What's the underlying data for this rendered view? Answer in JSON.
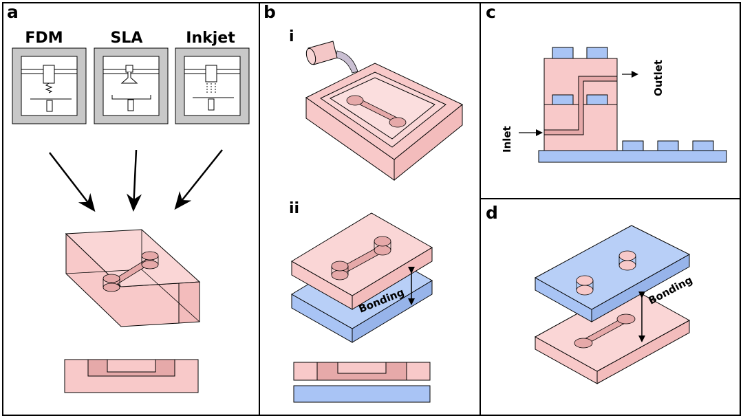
{
  "panels": {
    "a": {
      "label": "a",
      "printers": [
        {
          "name": "FDM",
          "icon": "fdm-printer-icon"
        },
        {
          "name": "SLA",
          "icon": "sla-printer-icon"
        },
        {
          "name": "Inkjet",
          "icon": "inkjet-printer-icon"
        }
      ]
    },
    "b": {
      "label": "b",
      "step1": "i",
      "step2": "ii",
      "bonding": "Bonding"
    },
    "c": {
      "label": "c",
      "inlet": "Inlet",
      "outlet": "Outlet"
    },
    "d": {
      "label": "d",
      "bonding": "Bonding"
    }
  },
  "colors": {
    "pink": "#f8c9c9",
    "pink_dark": "#e6a9a9",
    "blue": "#a9c4f5",
    "gray": "#c8c8c8"
  }
}
